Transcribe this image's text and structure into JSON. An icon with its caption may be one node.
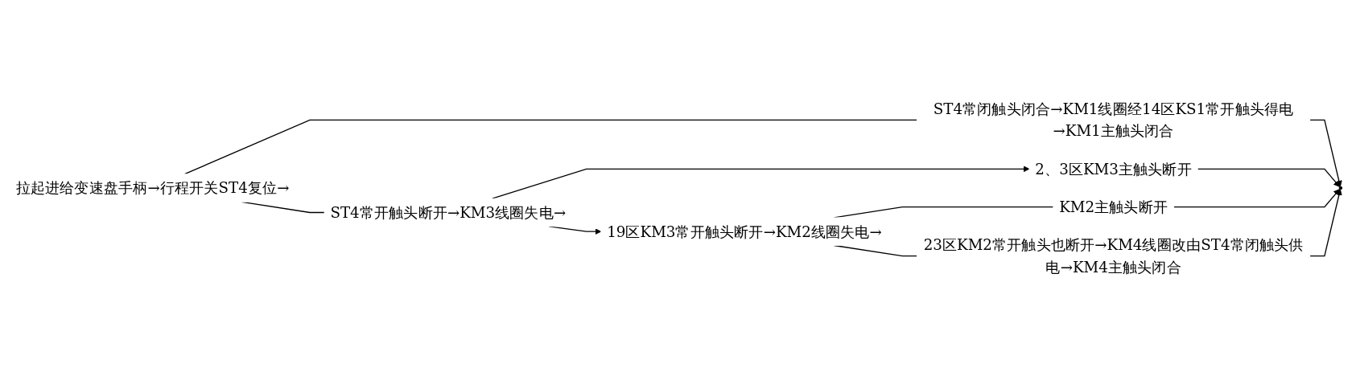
{
  "diagram": {
    "nodes": [
      {
        "text": [
          "拉起进给变速盘手柄→行程开关ST4复位→"
        ]
      },
      {
        "text": [
          "ST4常闭触头闭合→KM1线圈经14区KS1常开触头得电→KM1主触头闭合"
        ]
      },
      {
        "text": [
          "ST4常开触头断开→KM3线圈失电→"
        ]
      },
      {
        "text": [
          "2、3区KM3主触头断开"
        ]
      },
      {
        "text": [
          "19区KM3常开触头断开→KM2线圈失电→"
        ]
      },
      {
        "text": [
          "KM2主触头断开"
        ]
      },
      {
        "text": [
          "23区KM2常开触头也断开→KM4线圈改由ST4常闭触头供电→KM4主触头闭合"
        ]
      },
      {
        "text": [],
        "shape": "point"
      }
    ],
    "edges": [
      {
        "from": 0,
        "to": 1,
        "arrow": "none"
      },
      {
        "from": 0,
        "to": 2,
        "arrow": "none"
      },
      {
        "from": 2,
        "to": 3,
        "arrow": "to"
      },
      {
        "from": 2,
        "to": 4,
        "arrow": "to"
      },
      {
        "from": 4,
        "to": 5,
        "arrow": "none"
      },
      {
        "from": 4,
        "to": 6,
        "arrow": "none"
      },
      {
        "from": 1,
        "to": 7,
        "arrow": "to"
      },
      {
        "from": 3,
        "to": 7,
        "arrow": "to"
      },
      {
        "from": 5,
        "to": 7,
        "arrow": "to"
      },
      {
        "from": 6,
        "to": 7,
        "arrow": "to"
      }
    ]
  }
}
